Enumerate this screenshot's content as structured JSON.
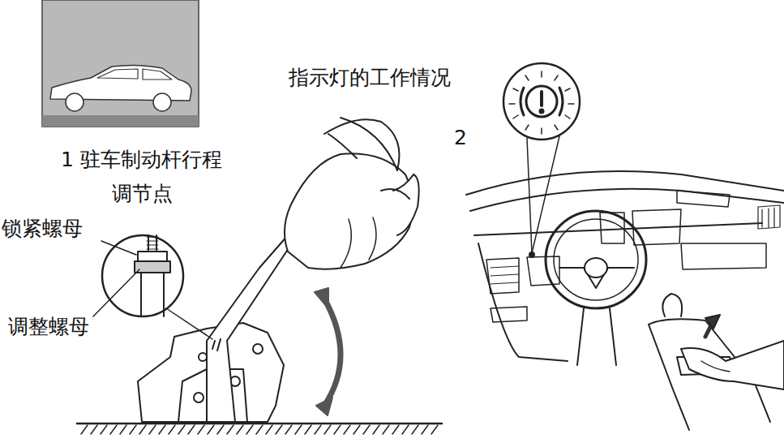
{
  "diagram": {
    "labels": [
      "1 驻车制动杆行程",
      "调节点",
      "锁紧螺母",
      "调整螺母",
      "指示灯的工作情况",
      "2"
    ]
  }
}
